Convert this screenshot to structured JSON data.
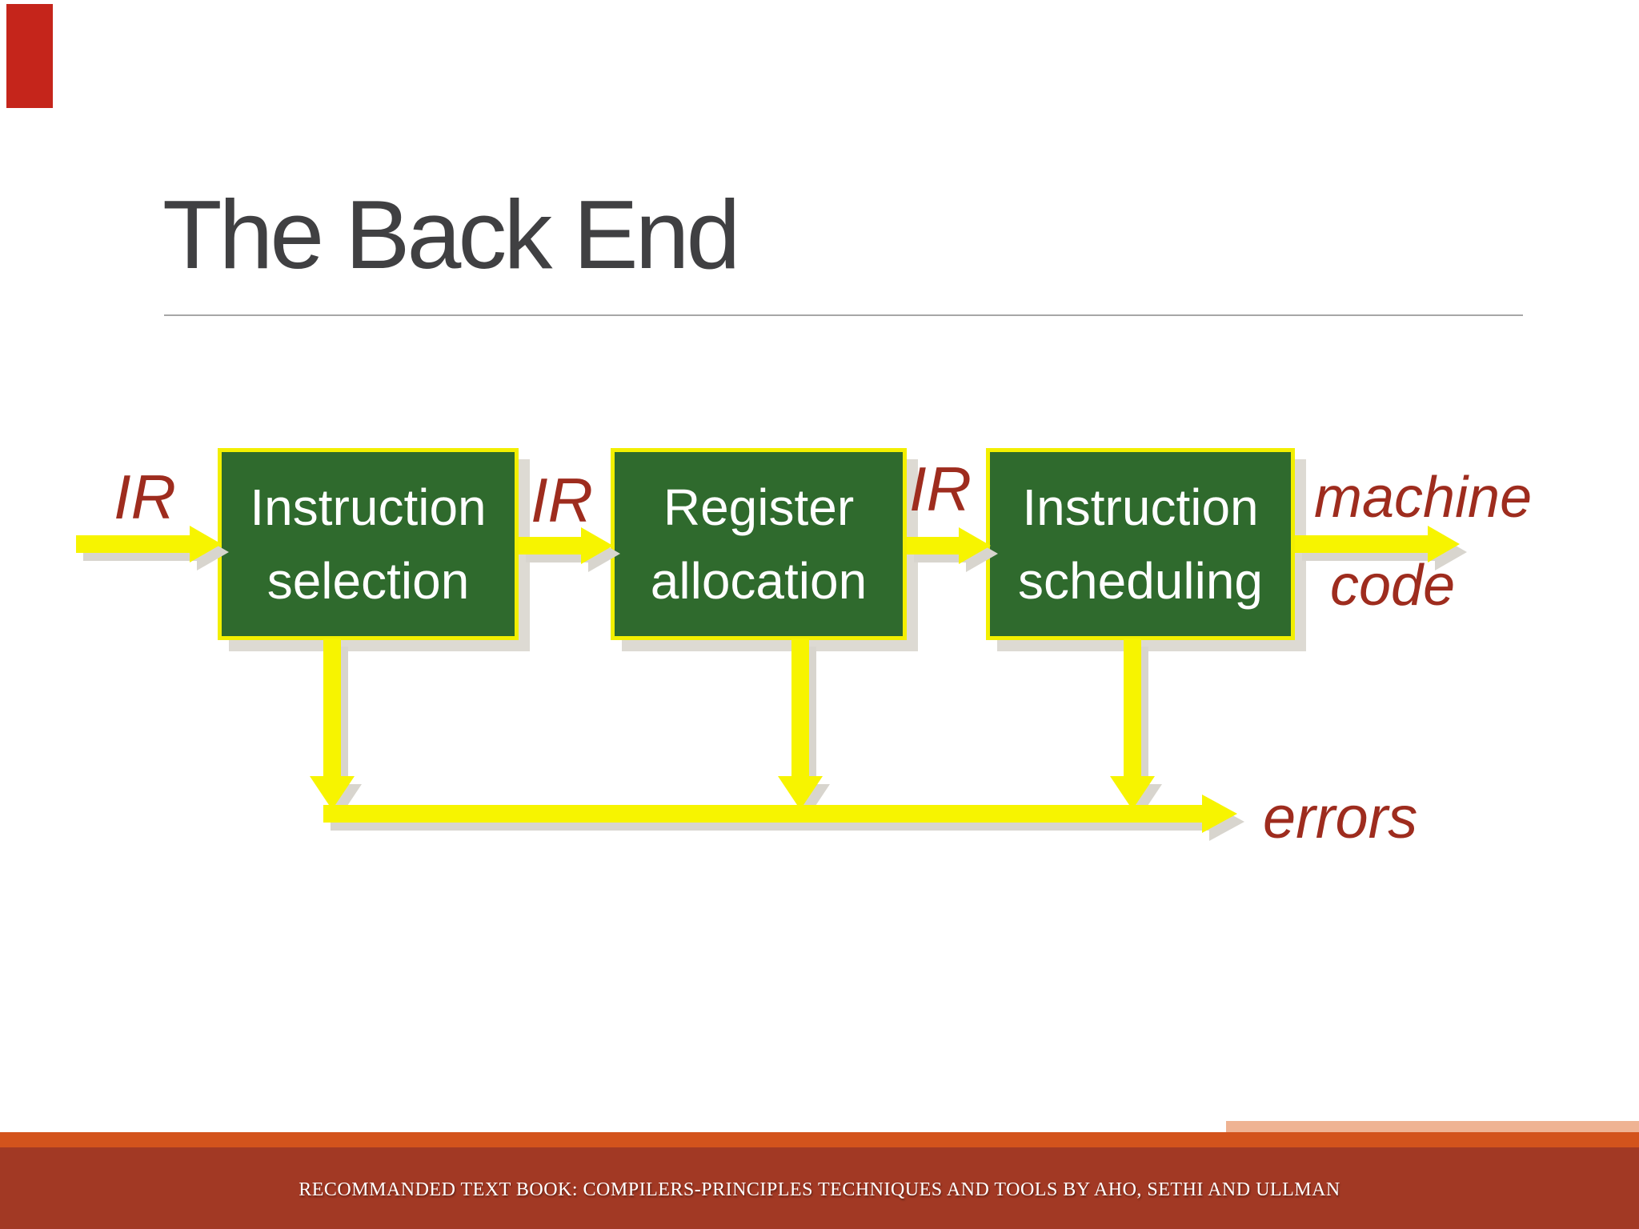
{
  "slide": {
    "title": "The Back End",
    "diagram": {
      "stages": [
        {
          "input_label": "IR",
          "line1": "Instruction",
          "line2": "selection"
        },
        {
          "input_label": "IR",
          "line1": "Register",
          "line2": "allocation"
        },
        {
          "input_label": "IR",
          "line1": "Instruction",
          "line2": "scheduling"
        }
      ],
      "output_label_line1": "machine",
      "output_label_line2": "code",
      "errors_label": "errors"
    },
    "footer": {
      "text": "RECOMMANDED TEXT BOOK: COMPILERS-PRINCIPLES TECHNIQUES AND TOOLS BY AHO, SETHI AND ULLMAN"
    },
    "colors": {
      "box_green": "#2F6A2D",
      "box_border_yellow": "#F2EF00",
      "arrow_yellow": "#F7F400",
      "label_red": "#9E2C1E",
      "title_gray": "#404042",
      "accent_bar_red": "#C5251B",
      "footer_strip_orange": "#D3531C",
      "footer_bar_maroon": "#A23924",
      "shadow_gray": "#D8D5CE"
    }
  }
}
